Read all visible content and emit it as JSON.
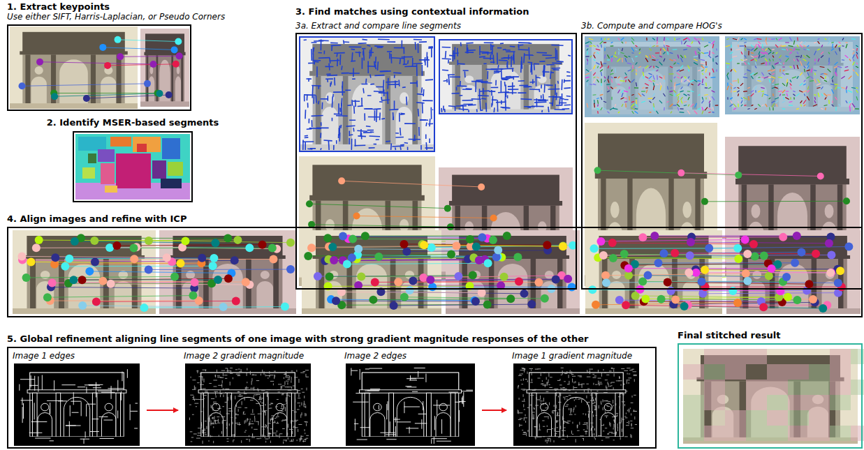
{
  "diagram": {
    "nodes": [
      {
        "text": [
          "1. Extract keypoints",
          "Use either SIFT, Harris-Laplacian, or Pseudo Corners"
        ]
      },
      {
        "text": [
          "2. Identify MSER-based segments"
        ]
      },
      {
        "text": [
          "3a. Extract and compare line segments"
        ]
      },
      {
        "text": [
          "3b. Compute and compare HOG's"
        ]
      },
      {
        "text": [
          "4. Align images and refine with ICP"
        ]
      },
      {
        "text": [
          "5. Global refinement aligning line segments of one image with strong gradient magnitude responses of the other"
        ]
      },
      {
        "text": [
          "Image 1 edges"
        ],
        "in": 5
      },
      {
        "text": [
          "Image 2 gradient magnitude"
        ],
        "in": 5
      },
      {
        "text": [
          "Image 2 edges"
        ],
        "in": 5
      },
      {
        "text": [
          "Image 1 gradient magnitude"
        ],
        "in": 5
      },
      {
        "text": [
          "Final stitched result"
        ]
      }
    ],
    "edges": [
      {
        "from": 6,
        "to": 7,
        "arrow": "to"
      },
      {
        "from": 8,
        "to": 9,
        "arrow": "to"
      }
    ],
    "labels": [
      "3. Find matches using contextual information"
    ]
  }
}
